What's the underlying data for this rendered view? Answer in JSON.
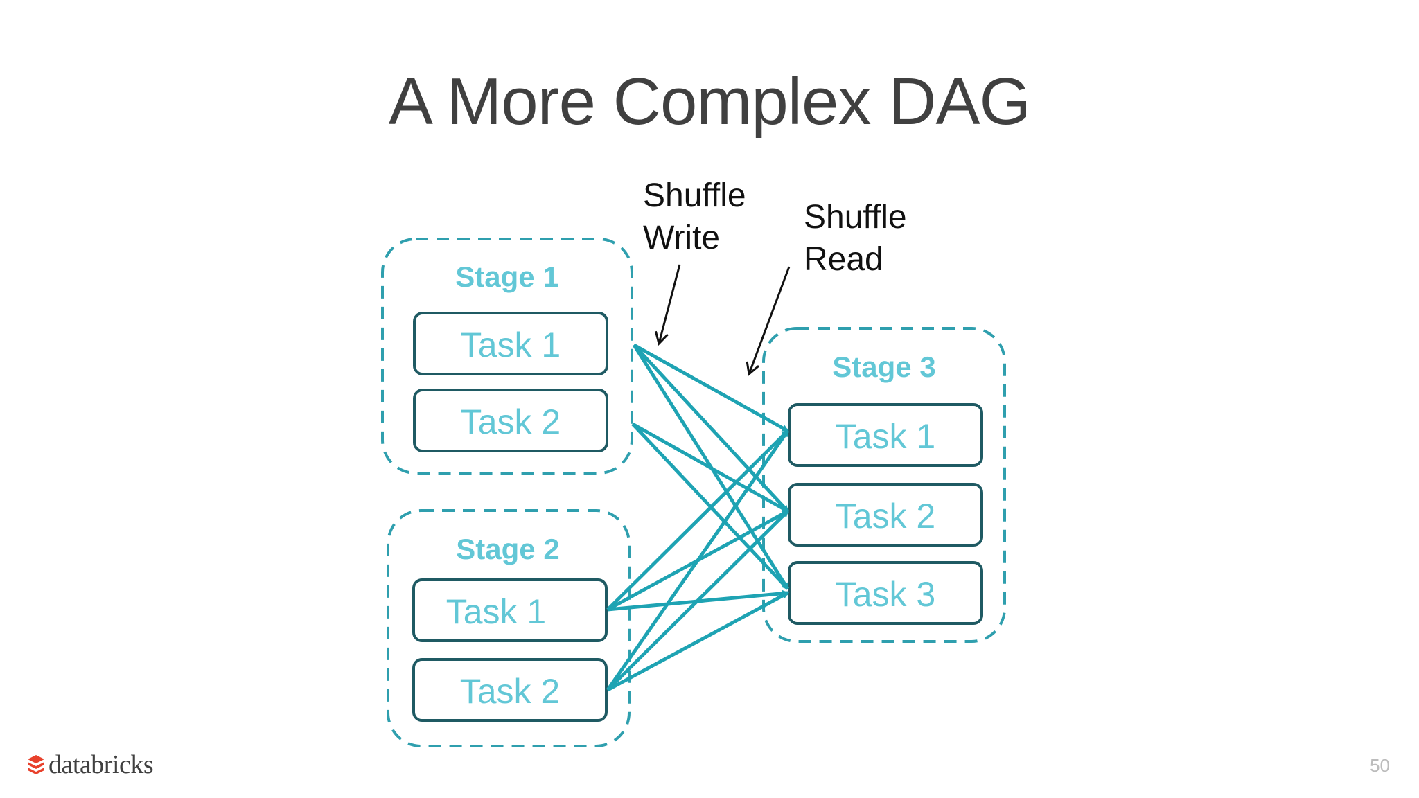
{
  "title": "A More Complex DAG",
  "stages": [
    {
      "label": "Stage 1",
      "tasks": [
        "Task 1",
        "Task 2"
      ]
    },
    {
      "label": "Stage 2",
      "tasks": [
        "Task 1",
        "Task 2"
      ]
    },
    {
      "label": "Stage 3",
      "tasks": [
        "Task 1",
        "Task 2",
        "Task 3"
      ]
    }
  ],
  "annotations": {
    "shuffle_write": [
      "Shuffle",
      "Write"
    ],
    "shuffle_read": [
      "Shuffle",
      "Read"
    ]
  },
  "edges": [
    {
      "from": "Stage 1 / Task 1",
      "to": "Stage 3 / Task 1"
    },
    {
      "from": "Stage 1 / Task 1",
      "to": "Stage 3 / Task 2"
    },
    {
      "from": "Stage 1 / Task 1",
      "to": "Stage 3 / Task 3"
    },
    {
      "from": "Stage 1 / Task 2",
      "to": "Stage 3 / Task 2"
    },
    {
      "from": "Stage 1 / Task 2",
      "to": "Stage 3 / Task 3"
    },
    {
      "from": "Stage 2 / Task 1",
      "to": "Stage 3 / Task 1"
    },
    {
      "from": "Stage 2 / Task 1",
      "to": "Stage 3 / Task 2"
    },
    {
      "from": "Stage 2 / Task 1",
      "to": "Stage 3 / Task 3"
    },
    {
      "from": "Stage 2 / Task 2",
      "to": "Stage 3 / Task 1"
    },
    {
      "from": "Stage 2 / Task 2",
      "to": "Stage 3 / Task 2"
    },
    {
      "from": "Stage 2 / Task 2",
      "to": "Stage 3 / Task 3"
    }
  ],
  "footer": {
    "brand": "databricks",
    "page_number": "50"
  },
  "colors": {
    "title": "#404040",
    "stage_border": "#2f9fae",
    "task_border": "#1f5a63",
    "label": "#62c7d6",
    "edge": "#1ea3b3",
    "logo_red": "#e8412c"
  }
}
